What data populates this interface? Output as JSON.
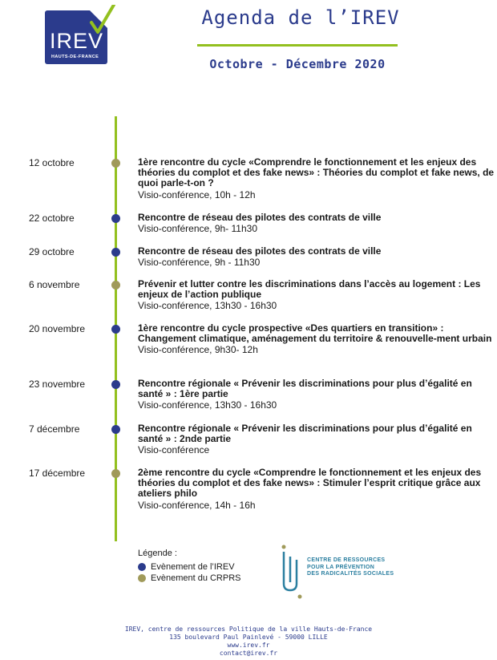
{
  "logo": {
    "text": "IREV",
    "subtitle": "HAUTS-DE-FRANCE",
    "colors": {
      "box": "#2b3b8c",
      "check": "#93c01f"
    }
  },
  "header": {
    "title": "Agenda de l’IREV",
    "subtitle": "Octobre - Décembre 2020"
  },
  "colors": {
    "irev": "#2b3b8c",
    "crprs": "#a09a5a",
    "accent": "#93c01f"
  },
  "events": [
    {
      "date": "12 octobre",
      "type": "crprs",
      "title": "1ère rencontre du cycle «Comprendre le fonctionnement et les enjeux des théories du complot et des fake news» : Théories du complot et fake news, de quoi parle-t-on ?",
      "detail": "Visio-conférence, 10h - 12h"
    },
    {
      "date": "22 octobre",
      "type": "irev",
      "title": "Rencontre de réseau des pilotes des contrats de ville",
      "detail": "Visio-conférence, 9h- 11h30"
    },
    {
      "date": "29 octobre",
      "type": "irev",
      "title": "Rencontre de réseau des pilotes des contrats de ville",
      "detail": "Visio-conférence, 9h - 11h30"
    },
    {
      "date": "6 novembre",
      "type": "crprs",
      "title": "Prévenir et lutter contre les discriminations dans l’accès au logement : Les enjeux de l’action publique",
      "detail": "Visio-conférence, 13h30 - 16h30"
    },
    {
      "date": "20 novembre",
      "type": "irev",
      "title": "1ère rencontre du cycle prospective «Des quartiers en transition» : Changement climatique, aménagement du territoire & renouvelle-ment urbain",
      "detail": "Visio-conférence, 9h30- 12h"
    },
    {
      "date": "23 novembre",
      "type": "irev",
      "title": "Rencontre régionale « Prévenir les discriminations pour plus d’égalité en santé » : 1ère partie",
      "detail": "Visio-conférence, 13h30 - 16h30"
    },
    {
      "date": "7 décembre",
      "type": "irev",
      "title": "Rencontre régionale « Prévenir les discriminations pour plus d’égalité en santé » : 2nde partie",
      "detail": "Visio-conférence"
    },
    {
      "date": "17 décembre",
      "type": "crprs",
      "title": "2ème rencontre du cycle «Comprendre le fonctionnement et les enjeux des théories du complot et des fake news» : Stimuler l’esprit critique grâce aux ateliers philo",
      "detail": "Visio-conférence, 14h - 16h"
    }
  ],
  "legend": {
    "title": "Légende :",
    "irev_label": "Evènement de l’IREV",
    "crprs_label": "Evènement du CRPRS"
  },
  "crprs_logo": {
    "line1": "CENTRE DE RESSOURCES",
    "line2": "POUR LA PRÉVENTION",
    "line3": "DES RADICALITÉS SOCIALES"
  },
  "footer": {
    "line1": "IREV, centre de ressources Politique de la ville Hauts-de-France",
    "line2": "135 boulevard Paul Painlevé - 59000 LILLE",
    "line3": "www.irev.fr",
    "line4": "contact@irev.fr"
  }
}
